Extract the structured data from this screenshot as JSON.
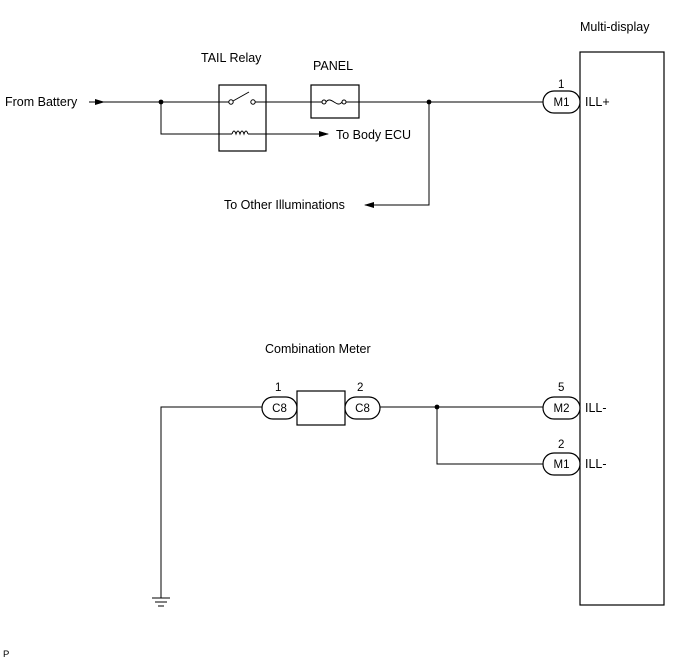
{
  "labels": {
    "multi_display": "Multi-display",
    "tail_relay": "TAIL Relay",
    "panel": "PANEL",
    "from_battery": "From Battery",
    "to_body_ecu": "To Body ECU",
    "to_other_illuminations": "To Other Illuminations",
    "combination_meter": "Combination Meter",
    "page_mark": "P"
  },
  "connectors": {
    "m1_top": {
      "name": "M1",
      "pin": "1",
      "signal": "ILL+"
    },
    "m2": {
      "name": "M2",
      "pin": "5",
      "signal": "ILL-"
    },
    "m1_bottom": {
      "name": "M1",
      "pin": "2",
      "signal": "ILL-"
    },
    "c8_left": {
      "name": "C8",
      "pin": "1"
    },
    "c8_right": {
      "name": "C8",
      "pin": "2"
    }
  }
}
